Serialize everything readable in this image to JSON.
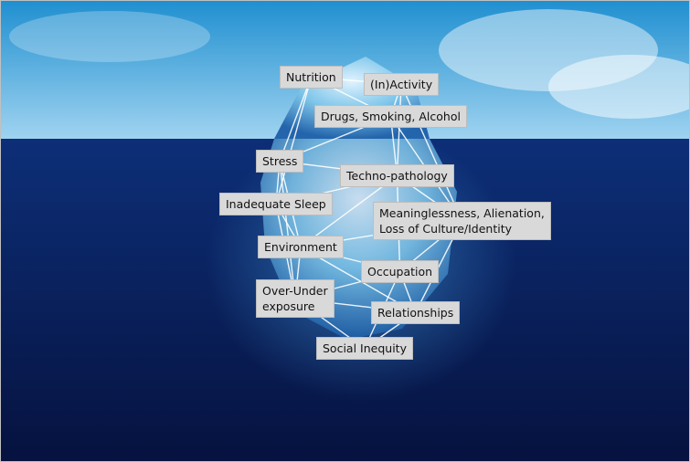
{
  "colors": {
    "sky_top": "#1f8fd0",
    "sky_bottom": "#9fd3f0",
    "sea_top": "#0d2f78",
    "sea_bottom": "#06123f",
    "iceberg": "#7fc6ea",
    "connector": "#ffffff",
    "label_bg": "#d9d9d9",
    "frame": "#c0c0c0"
  },
  "iceberg": {
    "factors": [
      {
        "id": "nutrition",
        "label": "Nutrition"
      },
      {
        "id": "inactivity",
        "label": "(In)Activity"
      },
      {
        "id": "drugs",
        "label": "Drugs, Smoking, Alcohol"
      },
      {
        "id": "stress",
        "label": "Stress"
      },
      {
        "id": "techno",
        "label": "Techno-pathology"
      },
      {
        "id": "sleep",
        "label": "Inadequate Sleep"
      },
      {
        "id": "meaning",
        "label": "Meaninglessness, Alienation,",
        "label2": "Loss of Culture/Identity"
      },
      {
        "id": "environment",
        "label": "Environment"
      },
      {
        "id": "occupation",
        "label": "Occupation"
      },
      {
        "id": "exposure",
        "label": "Over-Under",
        "label2": "exposure"
      },
      {
        "id": "relationships",
        "label": "Relationships"
      },
      {
        "id": "inequity",
        "label": "Social Inequity"
      }
    ]
  }
}
